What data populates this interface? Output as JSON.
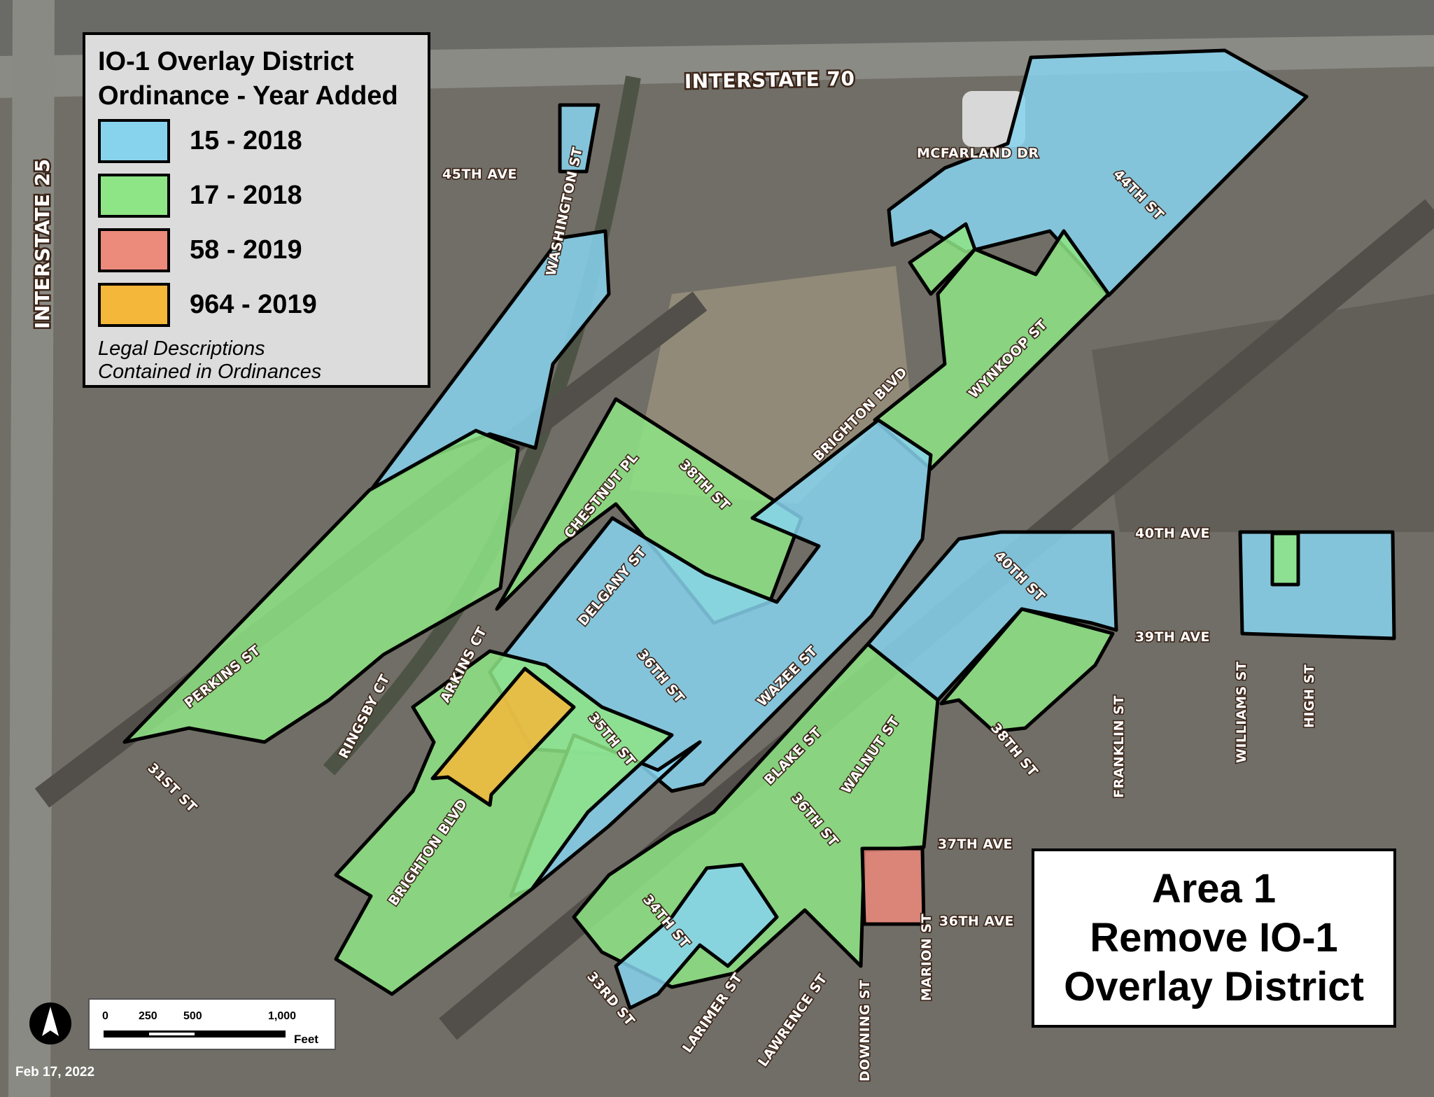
{
  "legend": {
    "title_line1": "IO-1 Overlay District",
    "title_line2": "Ordinance - Year Added",
    "items": [
      {
        "label": "15 - 2018",
        "color": "#87d3ee"
      },
      {
        "label": "17 - 2018",
        "color": "#8ee585"
      },
      {
        "label": "58 - 2019",
        "color": "#ec8a7b"
      },
      {
        "label": "964 - 2019",
        "color": "#f5b73a"
      }
    ],
    "note_line1": "Legal Descriptions",
    "note_line2": "Contained in Ordinances"
  },
  "title_box": {
    "line1": "Area 1",
    "line2": "Remove IO-1",
    "line3": "Overlay District"
  },
  "scale_bar": {
    "tick_0": "0",
    "tick_250": "250",
    "tick_500": "500",
    "tick_1000": "1,000",
    "unit": "Feet"
  },
  "date": "Feb 17, 2022",
  "roads": {
    "interstate_70": "INTERSTATE 70",
    "interstate_25": "INTERSTATE 25",
    "mcfarland": "MCFARLAND DR",
    "st_44th": "44TH ST",
    "ave_45th": "45TH AVE",
    "washington": "WASHINGTON ST",
    "wynkoop": "WYNKOOP ST",
    "brighton_n": "BRIGHTON BLVD",
    "brighton_s": "BRIGHTON BLVD",
    "st_38th_n": "38TH ST",
    "st_38th_s": "38TH ST",
    "chestnut": "CHESTNUT PL",
    "delgany": "DELGANY ST",
    "st_36th_n": "36TH ST",
    "st_36th_s": "36TH ST",
    "wazee": "WAZEE ST",
    "ave_40th": "40TH AVE",
    "st_40th": "40TH ST",
    "ave_39th": "39TH AVE",
    "williams": "WILLIAMS ST",
    "high": "HIGH ST",
    "franklin": "FRANKLIN ST",
    "perkins": "PERKINS ST",
    "st_31st": "31ST ST",
    "ringsby": "RINGSBY CT",
    "arkins": "ARKINS CT",
    "st_35th": "35TH ST",
    "blake": "BLAKE ST",
    "walnut": "WALNUT ST",
    "ave_37th": "37TH AVE",
    "ave_36th": "36TH AVE",
    "st_34th": "34TH ST",
    "st_33rd": "33RD ST",
    "larimer": "LARIMER ST",
    "lawrence": "LAWRENCE ST",
    "downing": "DOWNING ST",
    "marion": "MARION ST"
  }
}
